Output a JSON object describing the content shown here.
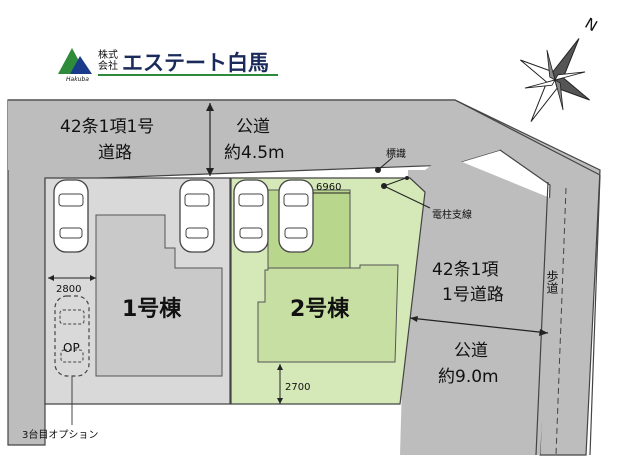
{
  "logo": {
    "small_top": "株式",
    "small_bottom": "会社",
    "name": "エステート白馬",
    "tagline": "Hakuba"
  },
  "compass": {
    "north": "N"
  },
  "roads": {
    "top_type_line1": "42条1項1号",
    "top_type_line2": "道路",
    "top_name": "公道",
    "top_width": "約4.5m",
    "right_type_line1": "42条1項",
    "right_type_line2": "1号道路",
    "right_name": "公道",
    "right_width": "約9.0m",
    "sidewalk": "歩道"
  },
  "lots": {
    "lot1": "1号棟",
    "lot2": "2号棟"
  },
  "dimensions": {
    "d2800": "2800",
    "d6960": "6960",
    "d2700": "2700"
  },
  "labels": {
    "sign": "標識",
    "pole_wire": "電柱支線",
    "op": "OP",
    "option": "3台目オプション"
  },
  "colors": {
    "road": "#bdbdbd",
    "lot1": "#d9d9d9",
    "lot2": "#d5e8b8",
    "house2": "#c8dfa3",
    "logo_green": "#2e8b3a",
    "logo_blue": "#1a3a8a"
  }
}
